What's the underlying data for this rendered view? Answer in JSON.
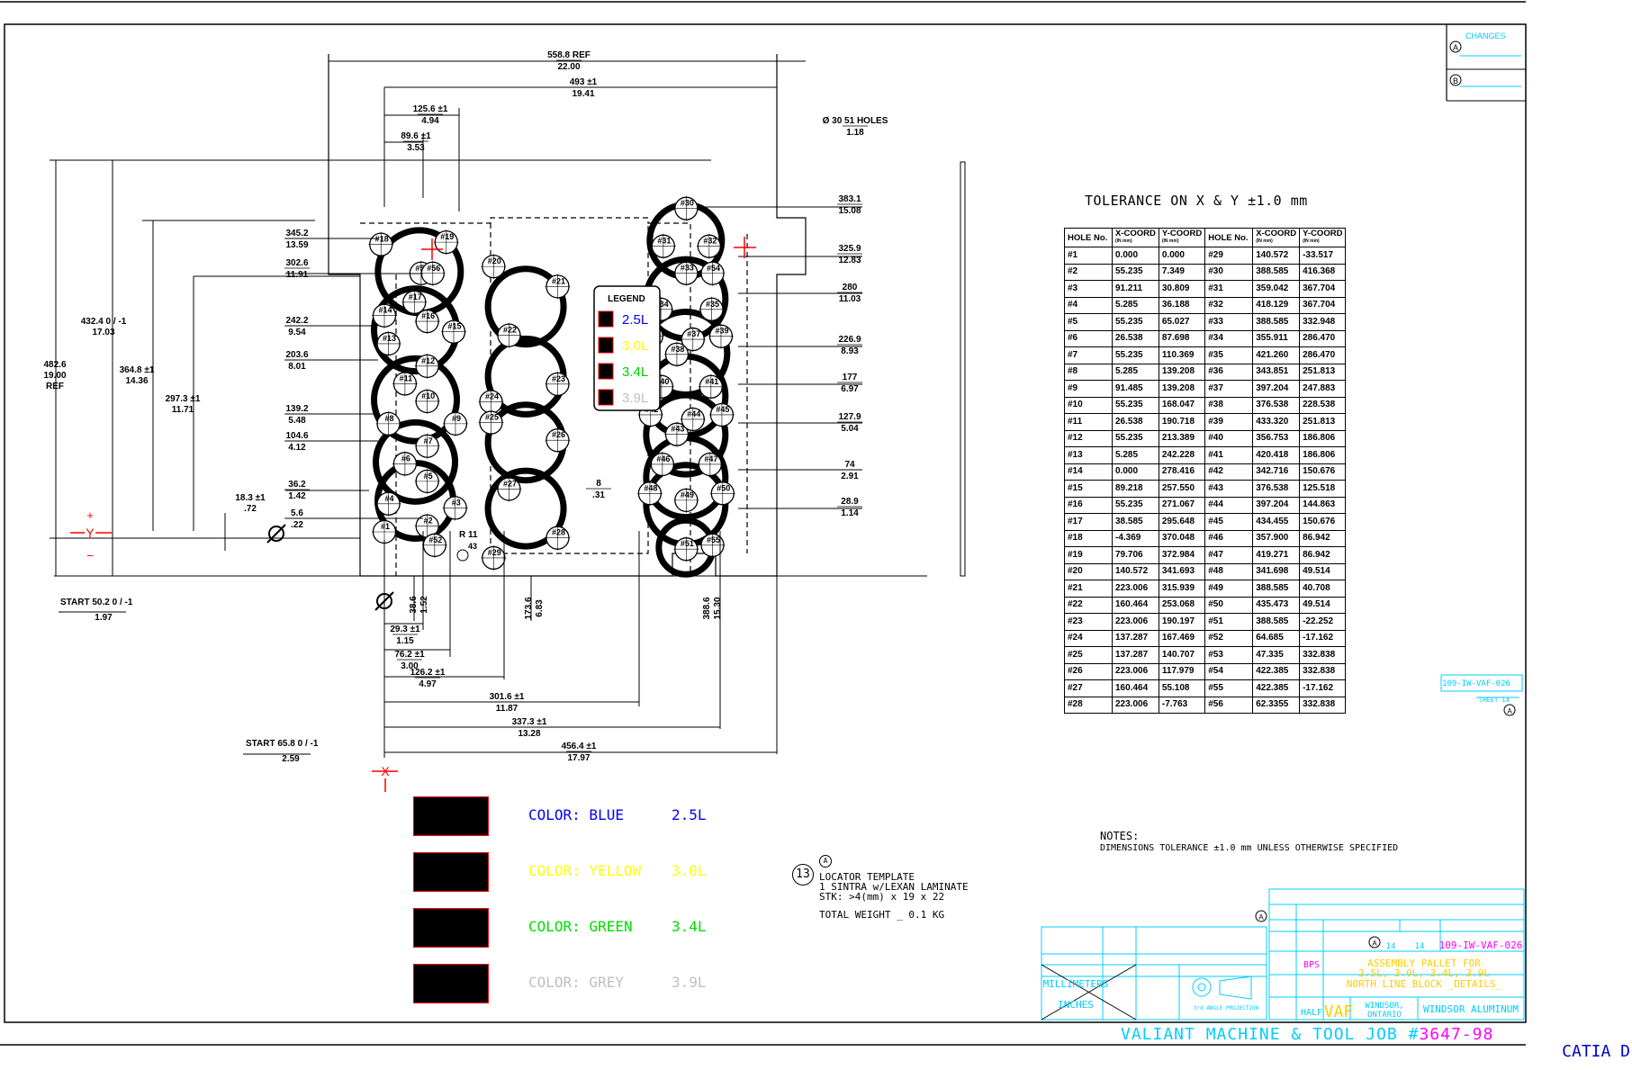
{
  "tolerance": {
    "title": "TOLERANCE ON X & Y ±1.0 mm",
    "headers": {
      "hole": "HOLE No.",
      "x": "X-COORD",
      "y": "Y-COORD",
      "unit": "(IN mm)"
    },
    "rows": [
      [
        "#1",
        "0.000",
        "0.000",
        "#29",
        "140.572",
        "-33.517"
      ],
      [
        "#2",
        "55.235",
        "7.349",
        "#30",
        "388.585",
        "416.368"
      ],
      [
        "#3",
        "91.211",
        "30.809",
        "#31",
        "359.042",
        "367.704"
      ],
      [
        "#4",
        "5.285",
        "36.188",
        "#32",
        "418.129",
        "367.704"
      ],
      [
        "#5",
        "55.235",
        "65.027",
        "#33",
        "388.585",
        "332.948"
      ],
      [
        "#6",
        "26.538",
        "87.698",
        "#34",
        "355.911",
        "286.470"
      ],
      [
        "#7",
        "55.235",
        "110.369",
        "#35",
        "421.260",
        "286.470"
      ],
      [
        "#8",
        "5.285",
        "139.208",
        "#36",
        "343.851",
        "251.813"
      ],
      [
        "#9",
        "91.485",
        "139.208",
        "#37",
        "397.204",
        "247.883"
      ],
      [
        "#10",
        "55.235",
        "168.047",
        "#38",
        "376.538",
        "228.538"
      ],
      [
        "#11",
        "26.538",
        "190.718",
        "#39",
        "433.320",
        "251.813"
      ],
      [
        "#12",
        "55.235",
        "213.389",
        "#40",
        "356.753",
        "186.806"
      ],
      [
        "#13",
        "5.285",
        "242.228",
        "#41",
        "420.418",
        "186.806"
      ],
      [
        "#14",
        "0.000",
        "278.416",
        "#42",
        "342.716",
        "150.676"
      ],
      [
        "#15",
        "89.218",
        "257.550",
        "#43",
        "376.538",
        "125.518"
      ],
      [
        "#16",
        "55.235",
        "271.067",
        "#44",
        "397.204",
        "144.863"
      ],
      [
        "#17",
        "38.585",
        "295.648",
        "#45",
        "434.455",
        "150.676"
      ],
      [
        "#18",
        "-4.369",
        "370.048",
        "#46",
        "357.900",
        "86.942"
      ],
      [
        "#19",
        "79.706",
        "372.984",
        "#47",
        "419.271",
        "86.942"
      ],
      [
        "#20",
        "140.572",
        "341.693",
        "#48",
        "341.698",
        "49.514"
      ],
      [
        "#21",
        "223.006",
        "315.939",
        "#49",
        "388.585",
        "40.708"
      ],
      [
        "#22",
        "160.464",
        "253.068",
        "#50",
        "435.473",
        "49.514"
      ],
      [
        "#23",
        "223.006",
        "190.197",
        "#51",
        "388.585",
        "-22.252"
      ],
      [
        "#24",
        "137.287",
        "167.469",
        "#52",
        "64.685",
        "-17.162"
      ],
      [
        "#25",
        "137.287",
        "140.707",
        "#53",
        "47.335",
        "332.838"
      ],
      [
        "#26",
        "223.006",
        "117.979",
        "#54",
        "422.385",
        "332.838"
      ],
      [
        "#27",
        "160.464",
        "55.108",
        "#55",
        "422.385",
        "-17.162"
      ],
      [
        "#28",
        "223.006",
        "-7.763",
        "#56",
        "62.3355",
        "332.838"
      ]
    ]
  },
  "dimensions": {
    "top": [
      {
        "v": "558.8",
        "t": "REF",
        "i": "22.00"
      },
      {
        "v": "493",
        "t": "±1",
        "i": "19.41"
      },
      {
        "v": "125.6",
        "t": "±1",
        "i": "4.94"
      },
      {
        "v": "89.6",
        "t": "±1",
        "i": "3.53"
      }
    ],
    "holes_note": {
      "v": "Ø 30",
      "t": "51 HOLES",
      "i": "1.18"
    },
    "left": [
      {
        "v": "345.2",
        "i": "13.59"
      },
      {
        "v": "302.6",
        "i": "11.91"
      },
      {
        "v": "242.2",
        "i": "9.54"
      },
      {
        "v": "203.6",
        "i": "8.01"
      },
      {
        "v": "139.2",
        "i": "5.48"
      },
      {
        "v": "104.6",
        "i": "4.12"
      },
      {
        "v": "36.2",
        "i": "1.42"
      },
      {
        "v": "5.6",
        "i": ".22"
      }
    ],
    "overall_left": [
      {
        "v": "482.6",
        "i": "19.00",
        "t": "REF"
      },
      {
        "v": "432.4",
        "i": "17.03",
        "t": "0 / -1"
      },
      {
        "v": "364.8",
        "i": "14.36",
        "t": "±1"
      },
      {
        "v": "297.3",
        "i": "11.71",
        "t": "±1"
      },
      {
        "v": "18.3",
        "i": ".72",
        "t": "±1"
      }
    ],
    "right": [
      {
        "v": "383.1",
        "i": "15.08"
      },
      {
        "v": "325.9",
        "i": "12.83"
      },
      {
        "v": "280",
        "i": "11.03"
      },
      {
        "v": "226.9",
        "i": "8.93"
      },
      {
        "v": "177",
        "i": "6.97"
      },
      {
        "v": "127.9",
        "i": "5.04"
      },
      {
        "v": "74",
        "i": "2.91"
      },
      {
        "v": "28.9",
        "i": "1.14"
      }
    ],
    "bottom": [
      {
        "v": "29.3",
        "t": "±1",
        "i": "1.15"
      },
      {
        "v": "76.2",
        "t": "±1",
        "i": "3.00"
      },
      {
        "v": "126.2",
        "t": "±1",
        "i": "4.97"
      },
      {
        "v": "301.6",
        "t": "±1",
        "i": "11.87"
      },
      {
        "v": "337.3",
        "t": "±1",
        "i": "13.28"
      },
      {
        "v": "456.4",
        "t": "±1",
        "i": "17.97"
      }
    ],
    "vertical_bottom": [
      {
        "v": "38.6",
        "i": "1.52"
      },
      {
        "v": "173.6",
        "i": "6.83"
      },
      {
        "v": "388.6",
        "i": "15.30"
      }
    ],
    "start1": {
      "label": "START",
      "v": "50.2",
      "t": "0 / -1",
      "i": "1.97"
    },
    "start2": {
      "label": "START",
      "v": "65.8",
      "t": "0 / -1",
      "i": "2.59"
    },
    "r11": "R 11",
    "r11_hole": "43",
    "eight": {
      "v": "8",
      "i": ".31"
    }
  },
  "legend": {
    "title": "LEGEND",
    "items": [
      {
        "label": "2.5L",
        "color": "#0000ff"
      },
      {
        "label": "3.0L",
        "color": "#ffff00"
      },
      {
        "label": "3.4L",
        "color": "#00cc00"
      },
      {
        "label": "3.9L",
        "color": "#c0c0c0"
      }
    ]
  },
  "colors": [
    {
      "prefix": "COLOR:",
      "name": "BLUE",
      "size": "2.5L",
      "color": "#0000ff"
    },
    {
      "prefix": "COLOR:",
      "name": "YELLOW",
      "size": "3.0L",
      "color": "#ffff00"
    },
    {
      "prefix": "COLOR:",
      "name": "GREEN",
      "size": "3.4L",
      "color": "#00dd00"
    },
    {
      "prefix": "COLOR:",
      "name": "GREY",
      "size": "3.9L",
      "color": "#c0c0c0"
    }
  ],
  "locator": {
    "balloon": "13",
    "rev": "A",
    "line1": "LOCATOR TEMPLATE",
    "line2": "1    SINTRA w/LEXAN LAMINATE",
    "line3": "STK: >4(mm) x 19 x 22",
    "weight": "TOTAL WEIGHT _ 0.1   KG"
  },
  "notes": {
    "title": "NOTES:",
    "line1": "DIMENSIONS TOLERANCE ±1.0 mm UNLESS OTHERWISE SPECIFIED"
  },
  "revisions": {
    "changes": "CHANGES",
    "a": "A",
    "b": "B"
  },
  "title_block": {
    "title1": "ASSEMBLY PALLET FOR",
    "title2": "2.5L, 3.0L, 3.4L, 3.9L",
    "title3": "NORTH LINE BLOCK _DETAILS_",
    "customer": "WINDSOR ALUMINUM",
    "location1": "WINDSOR,",
    "location2": "ONTARIO",
    "logo": "VAF",
    "scale": "HALF",
    "drawn_by": "BPS",
    "drawing_no": "109-IW-VAF-026",
    "sheet": "14",
    "of": "14",
    "millimeters": "MILLIMETERS",
    "inches": "INCHES",
    "projection": "3rd ANGLE PROJECTION",
    "side_drawing_no": "109-IW-VAF-026",
    "side_sheet": "SHEET 14"
  },
  "footer": {
    "company": "VALIANT MACHINE & TOOL JOB #",
    "job": "3647-98",
    "catia": "CATIA D"
  },
  "axis": {
    "plus": "+",
    "minus": "−",
    "y": "Y",
    "x": "X"
  }
}
